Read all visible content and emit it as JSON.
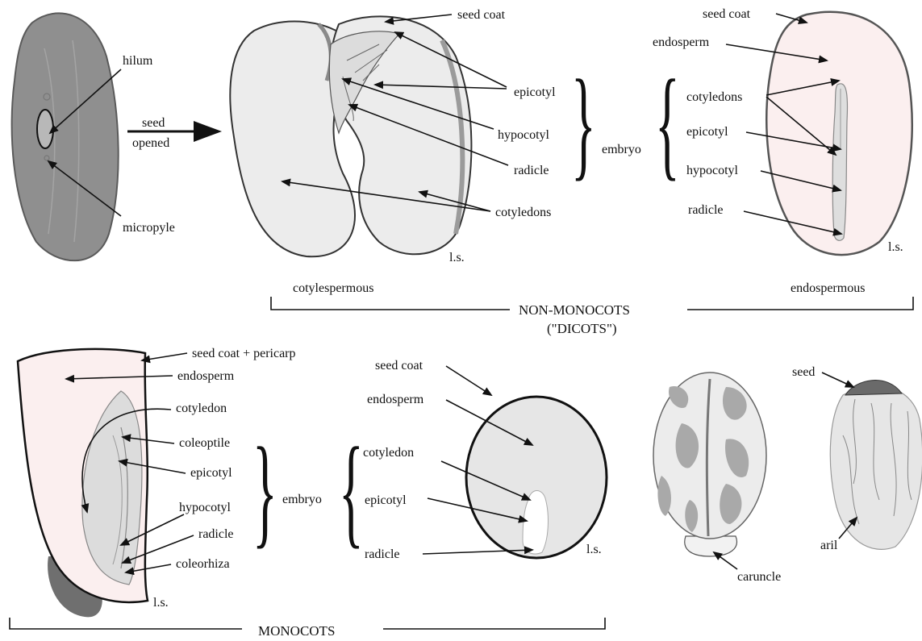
{
  "top": {
    "hilum": "hilum",
    "micropyle": "micropyle",
    "seed_opened_1": "seed",
    "seed_opened_2": "opened",
    "seed_coat": "seed coat",
    "epicotyl": "epicotyl",
    "hypocotyl": "hypocotyl",
    "radicle": "radicle",
    "cotyledons": "cotyledons",
    "ls": "l.s.",
    "embryo": "embryo",
    "embryo_misspelled": "embryo",
    "right_seed_coat": "seed coat",
    "right_endosperm": "endosperm",
    "right_cotyledons": "cotyledons",
    "right_epicotyl": "epicotyl",
    "right_hypocotyl": "hypocotyl",
    "right_radicle": "radicle",
    "right_ls": "l.s.",
    "cotylespermous": "cotylespermous",
    "endospermous": "endospermous",
    "group_title_1": "NON-MONOCOTS",
    "group_title_2": "(\"DICOTS\")"
  },
  "bottom": {
    "seed_coat_pericarp": "seed coat + pericarp",
    "endosperm": "endosperm",
    "cotyledon": "cotyledon",
    "coleoptile": "coleoptile",
    "epicotyl": "epicotyl",
    "hypocotyl": "hypocotyl",
    "radicle": "radicle",
    "coleorhiza": "coleorhiza",
    "ls": "l.s.",
    "embryo": "embryo",
    "mid_seed_coat": "seed coat",
    "mid_endosperm": "endosperm",
    "mid_cotyledon": "cotyledon",
    "mid_epicotyl": "epicotyl",
    "mid_radicle": "radicle",
    "mid_ls": "l.s.",
    "caruncle": "caruncle",
    "seed": "seed",
    "aril": "aril",
    "group_title": "MONOCOTS"
  }
}
